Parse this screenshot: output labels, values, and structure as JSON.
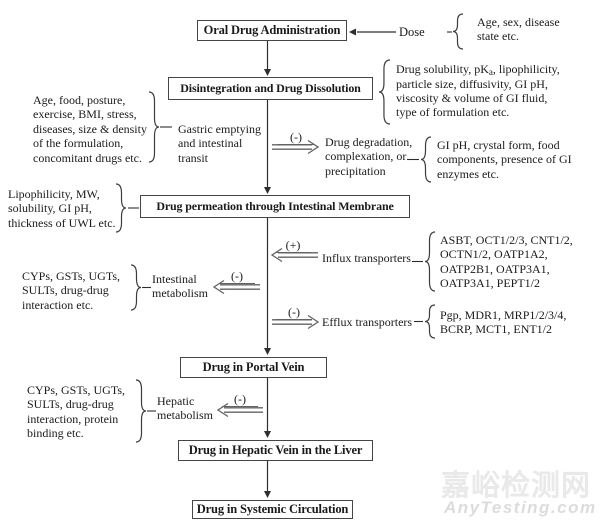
{
  "flow_boxes": {
    "oral": "Oral Drug Administration",
    "disintegration": "Disintegration and Drug Dissolution",
    "permeation": "Drug permeation through Intestinal Membrane",
    "portal_vein": "Drug in Portal Vein",
    "hepatic_vein": "Drug in Hepatic Vein in the Liver",
    "systemic": "Drug in Systemic Circulation"
  },
  "side_labels": {
    "dose": "Dose",
    "gastric_transit": "Gastric emptying\nand intestinal\ntransit",
    "degradation": "Drug degradation,\ncomplexation, or\nprecipitation",
    "influx": "Influx transporters",
    "efflux": "Efflux transporters",
    "intestinal_metabolism": "Intestinal\nmetabolism",
    "hepatic_metabolism": "Hepatic\nmetabolism"
  },
  "signs": {
    "plus": "(+)",
    "minus": "(-)"
  },
  "factor_lists": {
    "dose_factors": "Age, sex, disease\nstate etc.",
    "dissolution_line1_prefix": "Drug solubility, pK",
    "dissolution_line1_sub": "a",
    "dissolution_line1_suffix": ", lipophilicity,",
    "dissolution_rest": "particle size, diffusivity,  GI pH,\nviscosity & volume of GI fluid,\ntype of formulation etc.",
    "gastric_factors": "Age, food, posture,\nexercise, BMI, stress,\ndiseases, size & density\nof the formulation,\nconcomitant drugs etc.",
    "degradation_factors": "GI pH, crystal form, food\ncomponents, presence of GI\nenzymes etc.",
    "permeation_factors": "Lipophilicity, MW,\nsolubility, GI pH,\nthickness of UWL etc.",
    "influx_transporters": "ASBT, OCT1/2/3, CNT1/2,\nOCTN1/2, OATP1A2,\nOATP2B1, OATP3A1,\nOATP3A1, PEPT1/2",
    "intestinal_met_factors": "CYPs, GSTs, UGTs,\nSULTs, drug-drug\ninteraction etc.",
    "efflux_transporters": "Pgp, MDR1, MRP1/2/3/4,\nBCRP, MCT1, ENT1/2",
    "hepatic_met_factors": "CYPs, GSTs, UGTs,\nSULTs, drug-drug\ninteraction, protein\nbinding etc."
  },
  "watermark": {
    "brand_cn": "嘉峪检测网",
    "brand_en": "AnyTesting.com"
  },
  "colors": {
    "text": "#1a1a1a",
    "line": "#2e2e2e",
    "hollow_arrow": "#636363",
    "watermark_cn": "#e9e9e9",
    "watermark_en": "#dcdcdc",
    "background": "#ffffff"
  }
}
